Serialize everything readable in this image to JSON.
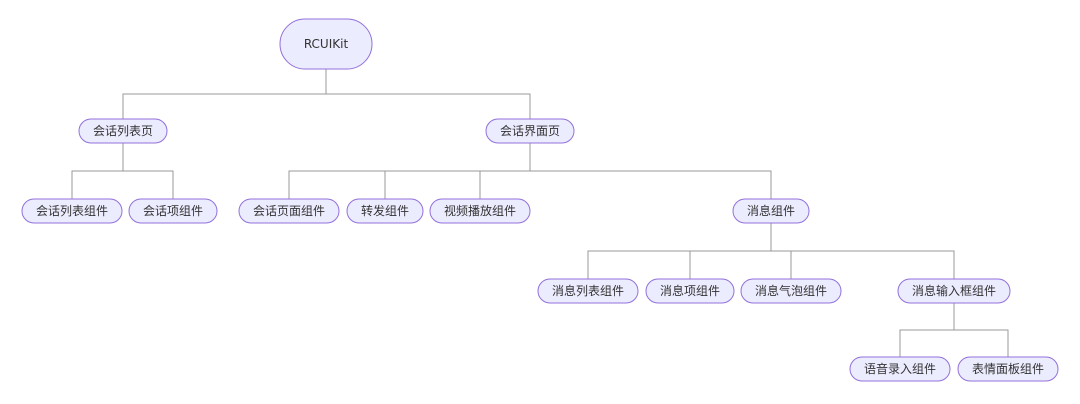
{
  "diagram": {
    "type": "tree",
    "colors": {
      "node_fill": "#ECECFF",
      "node_border": "#9370DB",
      "edge": "#999999",
      "text": "#333333"
    },
    "nodes": [
      {
        "id": "root",
        "label": "RCUIKit",
        "parent": null
      },
      {
        "id": "n1",
        "label": "会话列表页",
        "parent": "root"
      },
      {
        "id": "n2",
        "label": "会话界面页",
        "parent": "root"
      },
      {
        "id": "n11",
        "label": "会话列表组件",
        "parent": "n1"
      },
      {
        "id": "n12",
        "label": "会话项组件",
        "parent": "n1"
      },
      {
        "id": "n21",
        "label": "会话页面组件",
        "parent": "n2"
      },
      {
        "id": "n22",
        "label": "转发组件",
        "parent": "n2"
      },
      {
        "id": "n23",
        "label": "视频播放组件",
        "parent": "n2"
      },
      {
        "id": "n24",
        "label": "消息组件",
        "parent": "n2"
      },
      {
        "id": "n241",
        "label": "消息列表组件",
        "parent": "n24"
      },
      {
        "id": "n242",
        "label": "消息项组件",
        "parent": "n24"
      },
      {
        "id": "n243",
        "label": "消息气泡组件",
        "parent": "n24"
      },
      {
        "id": "n244",
        "label": "消息输入框组件",
        "parent": "n24"
      },
      {
        "id": "n2441",
        "label": "语音录入组件",
        "parent": "n244"
      },
      {
        "id": "n2442",
        "label": "表情面板组件",
        "parent": "n244"
      }
    ]
  }
}
